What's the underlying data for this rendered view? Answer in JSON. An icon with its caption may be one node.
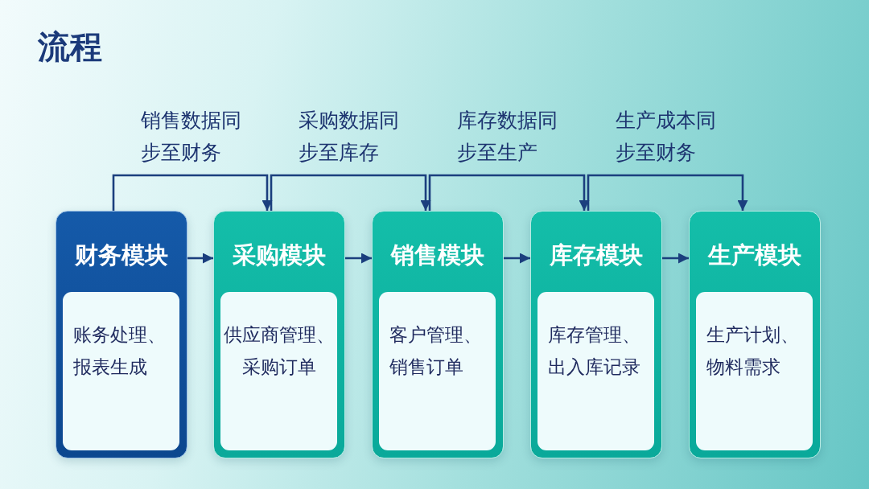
{
  "diagram": {
    "title": "流程",
    "nodes": [
      {
        "text": [
          "财务模块",
          "账务处理、报表生成"
        ]
      },
      {
        "text": [
          "采购模块",
          "供应商管理、采购订单"
        ]
      },
      {
        "text": [
          "销售模块",
          "客户管理、销售订单"
        ]
      },
      {
        "text": [
          "库存模块",
          "库存管理、出入库记录"
        ]
      },
      {
        "text": [
          "生产模块",
          "生产计划、物料需求"
        ]
      }
    ],
    "edges": [
      {
        "from": 0,
        "to": 1,
        "arrow": "to",
        "label": "销售数据同步至财务"
      },
      {
        "from": 1,
        "to": 2,
        "arrow": "to",
        "label": "采购数据同步至库存"
      },
      {
        "from": 2,
        "to": 3,
        "arrow": "to",
        "label": "库存数据同步至生产"
      },
      {
        "from": 3,
        "to": 4,
        "arrow": "to",
        "label": "生产成本同步至财务"
      },
      {
        "from": 0,
        "to": 1,
        "arrow": "to"
      },
      {
        "from": 1,
        "to": 2,
        "arrow": "to"
      },
      {
        "from": 2,
        "to": 3,
        "arrow": "to"
      },
      {
        "from": 3,
        "to": 4,
        "arrow": "to"
      }
    ]
  }
}
